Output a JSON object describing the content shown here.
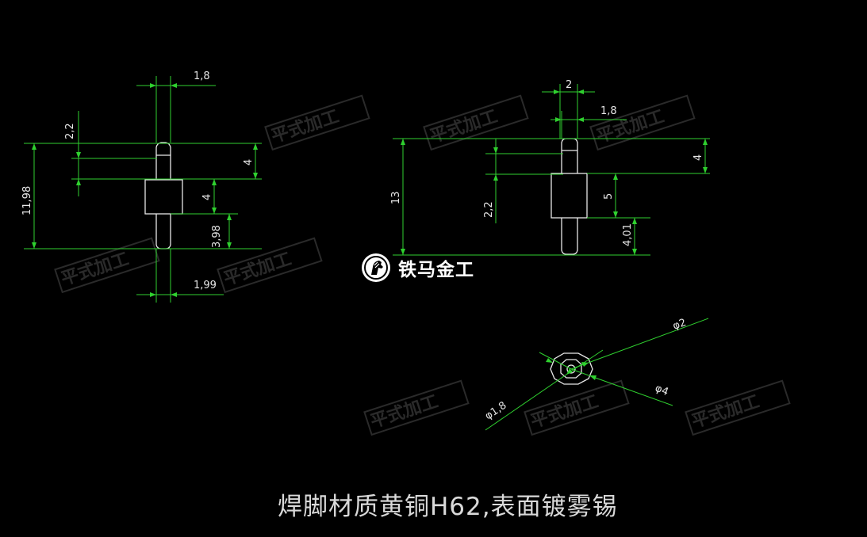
{
  "drawing": {
    "side_view_a": {
      "dims": {
        "top_width": "1,8",
        "top_offset": "2,2",
        "total_height": "11,98",
        "top_pin_length": "4",
        "body_height": "4",
        "bottom_pin_length": "3,98",
        "bottom_width": "1,99"
      }
    },
    "side_view_b": {
      "dims": {
        "top_width": "2",
        "inner_width": "1,8",
        "total_height": "13",
        "top_pin_length": "4",
        "top_offset": "2,2",
        "body_height": "5",
        "bottom_pin_length": "4,01"
      }
    },
    "top_view": {
      "dims": {
        "outer_diameter": "φ2",
        "pin_diameter": "φ1,8",
        "body_diameter": "φ4"
      }
    },
    "watermark": "平式加工"
  },
  "logo": {
    "text": "铁马金工",
    "icon": "horse-head-icon"
  },
  "note": "焊脚材质黄铜H62,表面镀雾锡",
  "colors": {
    "background": "#000000",
    "dimension": "#2fd02f",
    "part": "#e8e8e8",
    "text": "#e6e6e6"
  }
}
